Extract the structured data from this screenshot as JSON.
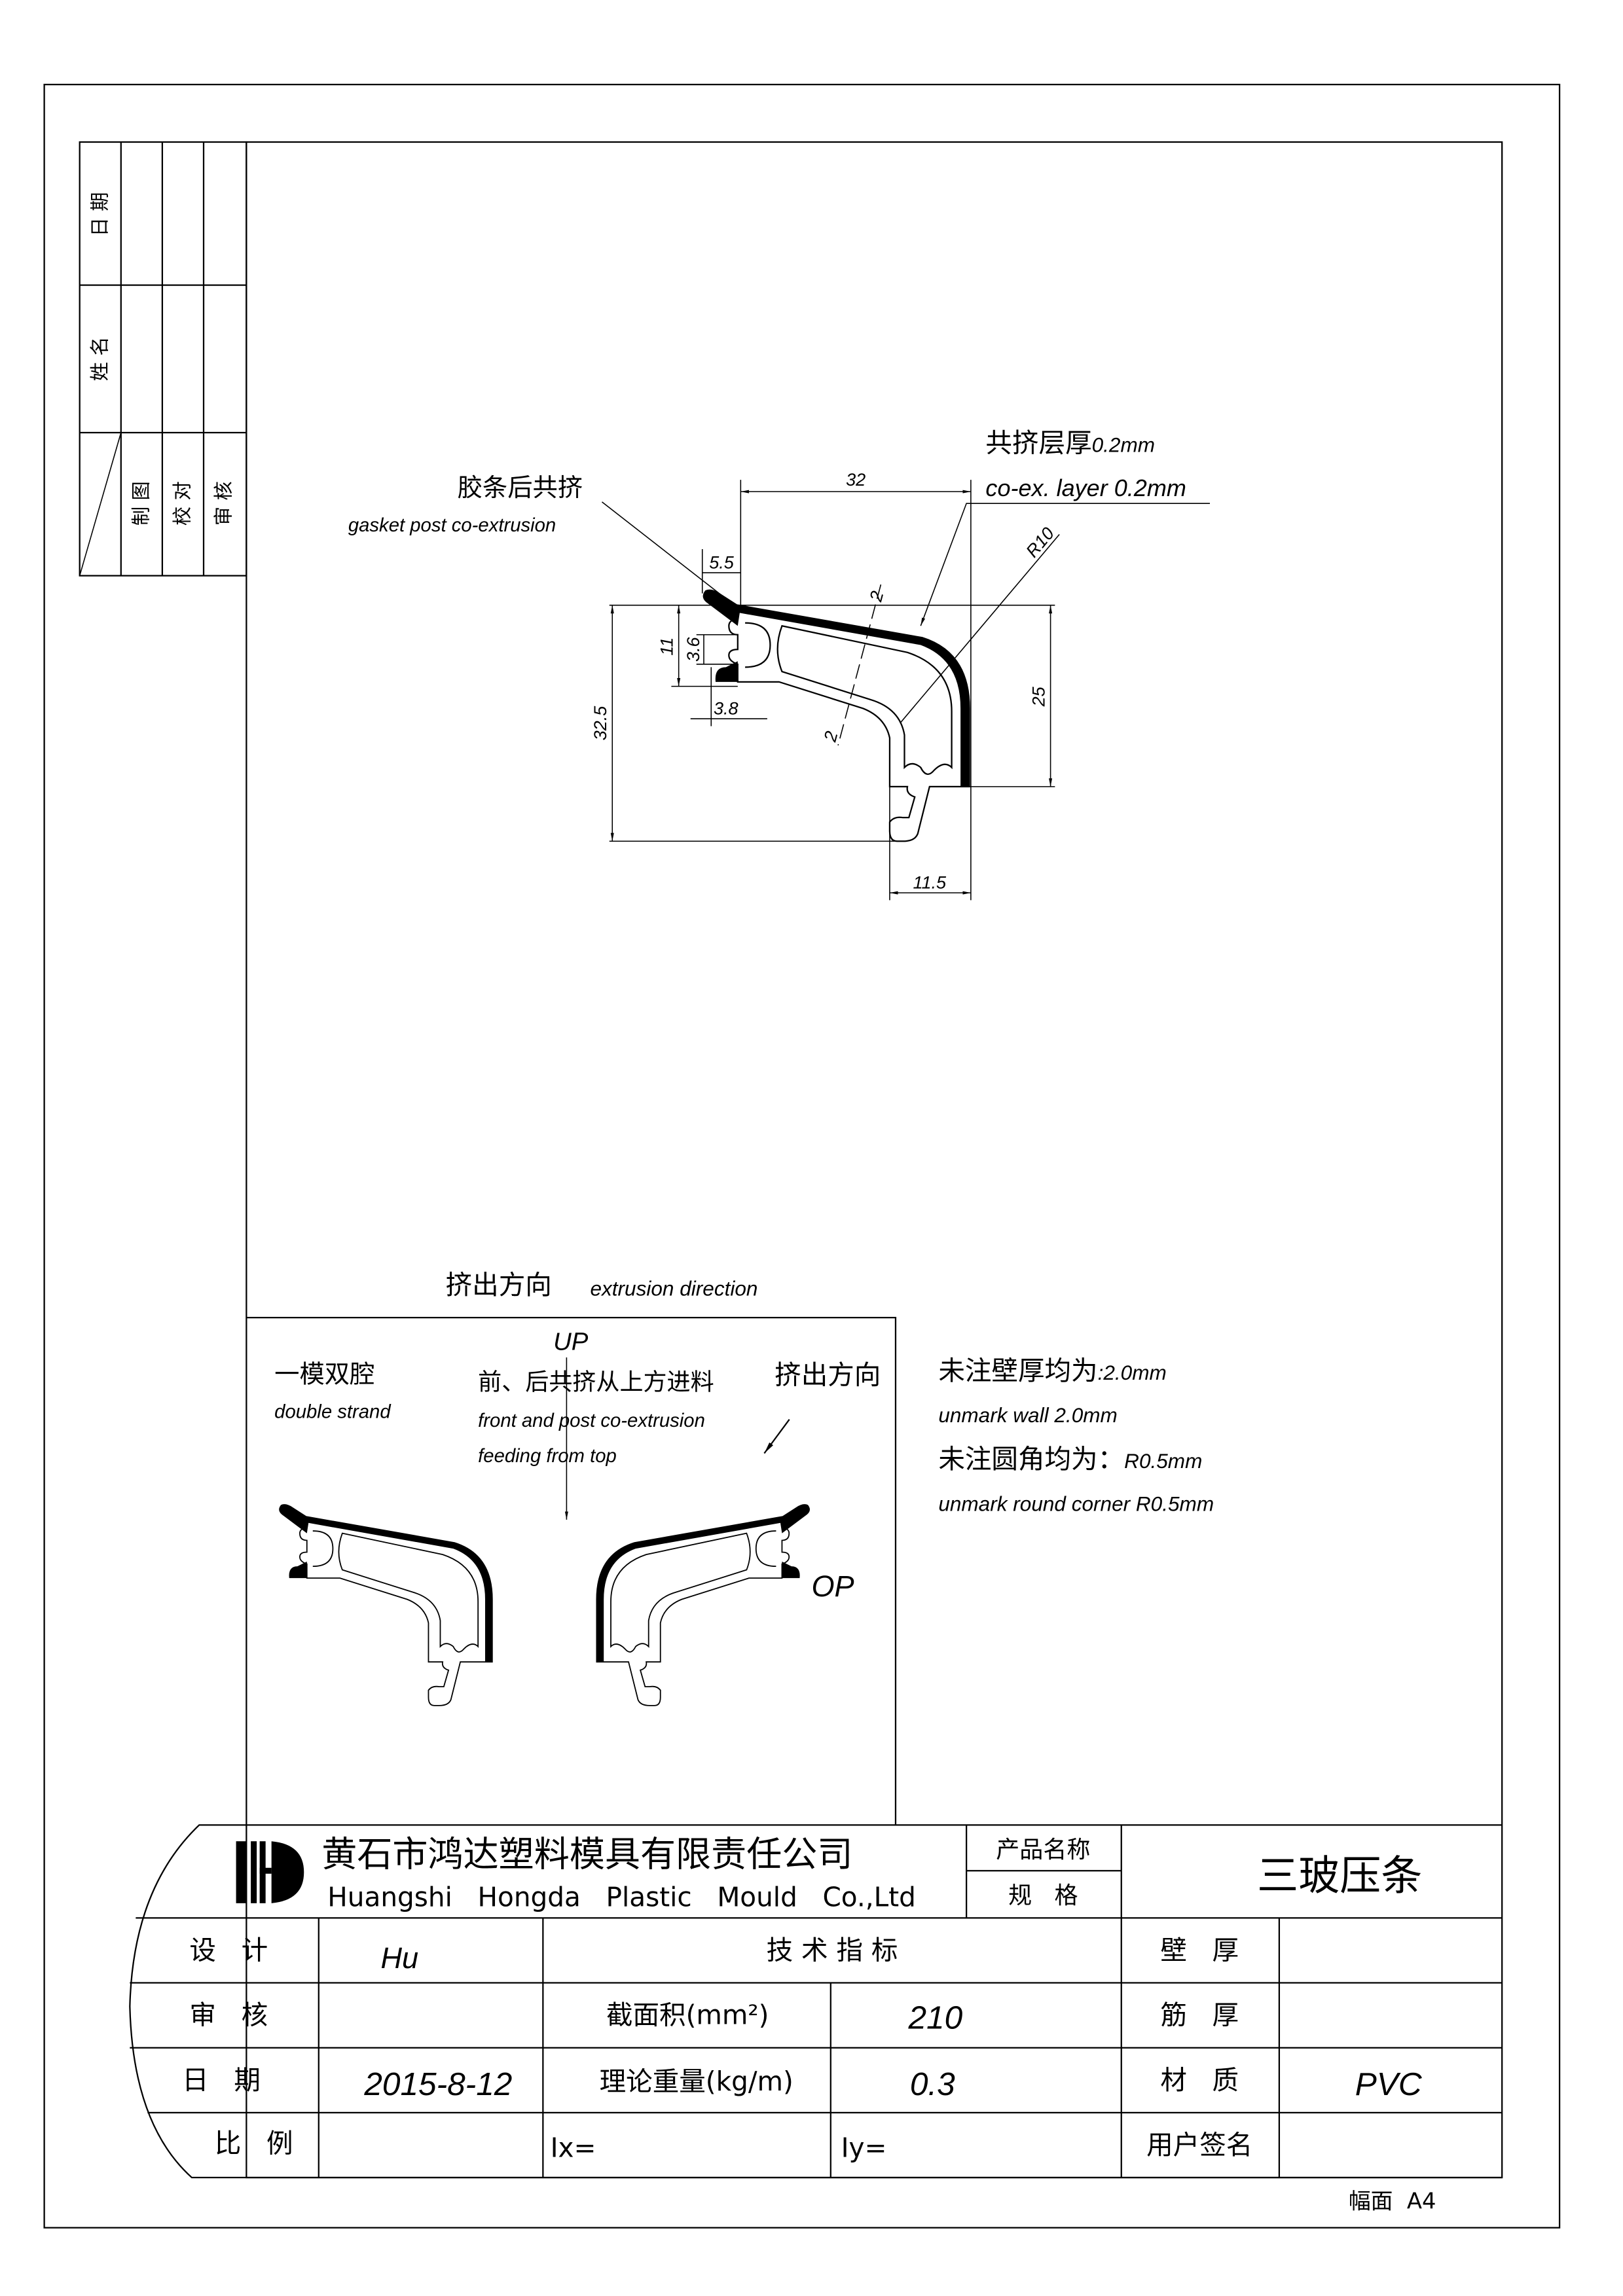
{
  "left_strip": {
    "date": "日 期",
    "name": "姓 名",
    "drawn": "制 图",
    "checked": "校 对",
    "reviewed": "审 核"
  },
  "drawing": {
    "coex_label_cn": "共挤层厚",
    "coex_label_value": "0.2mm",
    "coex_label_en": "co-ex. layer 0.2mm",
    "gasket_label_cn": "胶条后共挤",
    "gasket_label_en": "gasket post co-extrusion",
    "dimensions": {
      "width": "32",
      "lip": "5.5",
      "radius": "R10",
      "wall_top": "2",
      "wall_bottom": "2",
      "clip_height": "11",
      "slot": "3.6",
      "gasket_width": "3.8",
      "total_height": "32.5",
      "right_height": "25",
      "foot_width": "11.5"
    }
  },
  "extrusion": {
    "title_cn": "挤出方向",
    "title_en": "extrusion direction",
    "strand_cn": "一模双腔",
    "strand_en": "double strand",
    "up": "UP",
    "feed_cn": "前、后共挤从上方进料",
    "feed_en_1": "front and post co-extrusion",
    "feed_en_2": "feeding from top",
    "direction_cn": "挤出方向",
    "op": "OP"
  },
  "notes": {
    "wall_cn": "未注壁厚均为",
    "wall_value": ":2.0mm",
    "wall_en": "unmark wall 2.0mm",
    "corner_cn": "未注圆角均为：",
    "corner_value": "R0.5mm",
    "corner_en": "unmark round corner R0.5mm"
  },
  "title_block": {
    "company_cn": "黄石市鸿达塑料模具有限责任公司",
    "company_en": "Huangshi   Hongda   Plastic   Mould   Co.,Ltd",
    "product_name_label": "产品名称",
    "spec_label": "规   格",
    "product_name": "三玻压条",
    "design_label": "设   计",
    "design_value": "Hu",
    "review_label": "审   核",
    "date_label": "日   期",
    "date_value": "2015-8-12",
    "scale_label": "比   例",
    "tech_label": "技 术 指 标",
    "area_label": "截面积(mm²)",
    "area_value": "210",
    "weight_label": "理论重量(kg/m)",
    "weight_value": "0.3",
    "ix_label": "Ix=",
    "iy_label": "Iy=",
    "wall_label": "壁   厚",
    "rib_label": "筋   厚",
    "material_label": "材   质",
    "material_value": "PVC",
    "signature_label": "用户签名",
    "sheet_size": "幅面  A4"
  }
}
